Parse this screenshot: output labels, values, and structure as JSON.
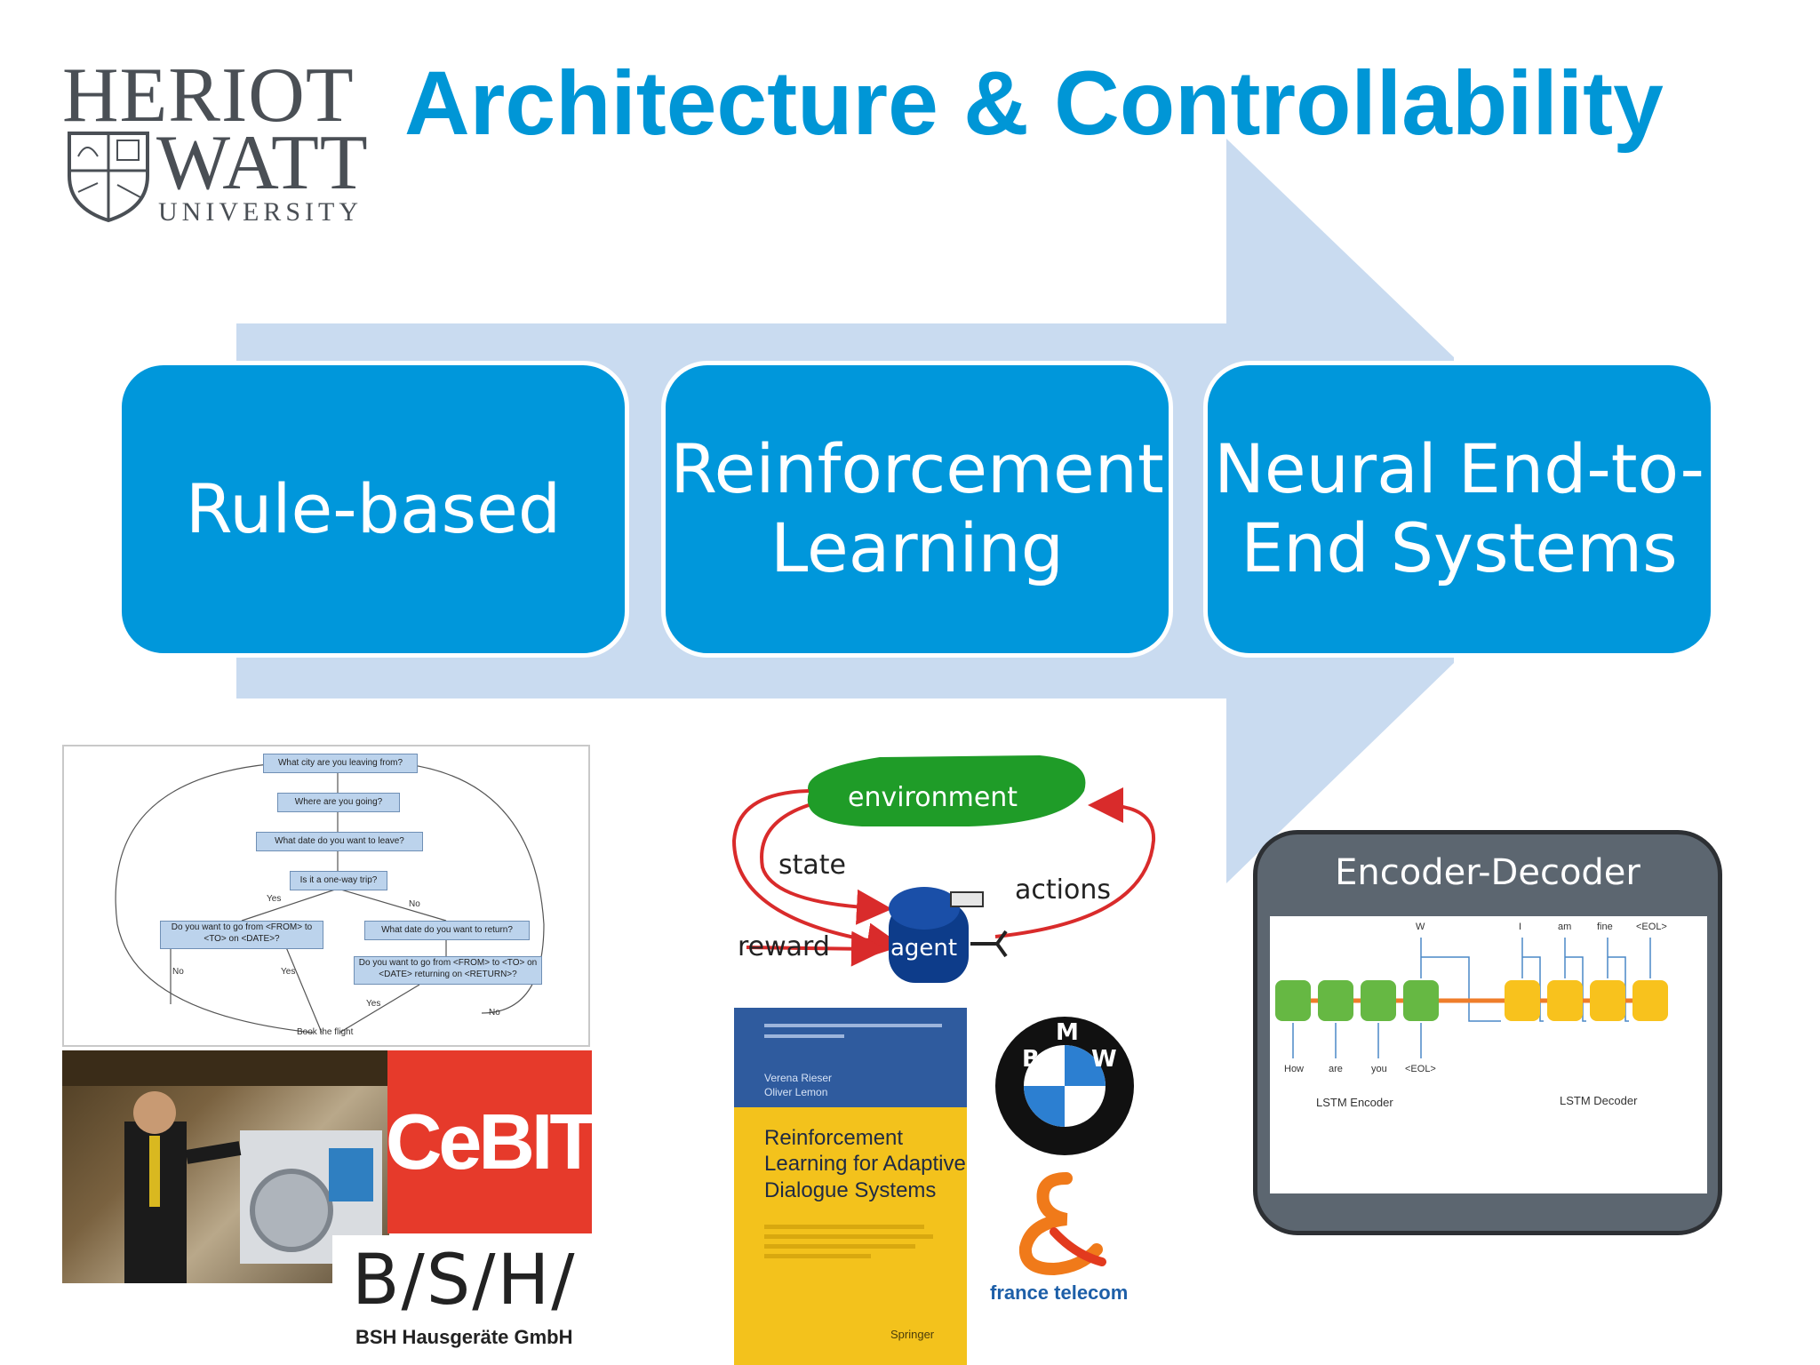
{
  "logo": {
    "line1": "HERIOT",
    "line2": "WATT",
    "line3": "UNIVERSITY"
  },
  "title": "Architecture & Controllability",
  "stages": [
    {
      "lines": [
        "Rule-based"
      ]
    },
    {
      "lines": [
        "Reinforcement",
        "Learning"
      ]
    },
    {
      "lines": [
        "Neural End-to-",
        "End Systems"
      ]
    }
  ],
  "flowchart": {
    "q1": "What city are you leaving from?",
    "q2": "Where are you going?",
    "q3": "What date do you want to leave?",
    "q4": "Is it a one-way trip?",
    "yes": "Yes",
    "no": "No",
    "q5": "Do you want to go from <FROM> to <TO> on <DATE>?",
    "q6": "What date do you want to return?",
    "q7": "Do you want to go from <FROM> to <TO> on <DATE> returning on <RETURN>?",
    "end": "Book the flight"
  },
  "rl": {
    "environment": "environment",
    "state": "state",
    "actions": "actions",
    "reward": "reward",
    "agent": "agent"
  },
  "cebit": "CeBIT",
  "bsh": {
    "logo": "B/S/H/",
    "name": "BSH Hausgeräte GmbH"
  },
  "book": {
    "title_lines": [
      "Reinforcement",
      "Learning for Adaptive",
      "Dialogue Systems"
    ],
    "authors": [
      "Verena Rieser",
      "Oliver Lemon"
    ],
    "publisher": "Springer"
  },
  "bmw": {
    "letters": [
      "B",
      "M",
      "W"
    ]
  },
  "france_telecom": "france telecom",
  "encoder_decoder": {
    "title": "Encoder-Decoder",
    "inputs": [
      "How",
      "are",
      "you",
      "<EOL>"
    ],
    "outputs": [
      "W",
      "I",
      "am",
      "fine",
      "<EOL>"
    ],
    "encoder_label": "LSTM Encoder",
    "decoder_label": "LSTM Decoder"
  },
  "colors": {
    "title": "#0096d6",
    "stage_fill": "#0097db",
    "arrow": "#c9dbf0",
    "encdec_bg": "#5c6670"
  }
}
